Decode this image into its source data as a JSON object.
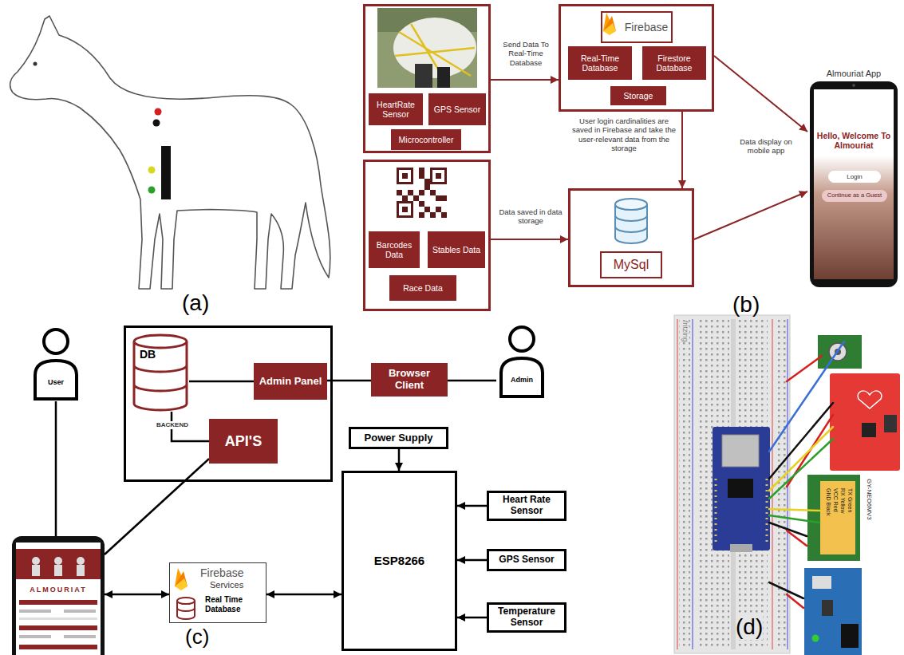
{
  "diagram": {
    "nodes": [
      {
        "text": []
      },
      {
        "text": [
          "HeartRate Sensor"
        ],
        "in": 0
      },
      {
        "text": [
          "GPS Sensor"
        ],
        "in": 0
      },
      {
        "text": [
          "Microcontroller"
        ],
        "in": 0
      },
      {
        "text": [
          "Firebase"
        ]
      },
      {
        "text": [
          "Real-Time Database"
        ],
        "in": 4
      },
      {
        "text": [
          "Firestore Database"
        ],
        "in": 4
      },
      {
        "text": [
          "Storage"
        ],
        "in": 4
      },
      {
        "text": [
          "Almouriat App",
          "Hello, Welcome To Almouriat"
        ]
      },
      {
        "text": [
          "Login"
        ],
        "in": 8
      },
      {
        "text": [
          "Continue as a Guest"
        ],
        "in": 8
      },
      {
        "text": []
      },
      {
        "text": [
          "Barcodes Data"
        ],
        "in": 11
      },
      {
        "text": [
          "Stables Data"
        ],
        "in": 11
      },
      {
        "text": [
          "Race Data"
        ],
        "in": 11
      },
      {
        "text": [
          "MySql"
        ]
      },
      {
        "text": [
          "User"
        ]
      },
      {
        "text": []
      },
      {
        "text": [
          "DB"
        ],
        "in": 17
      },
      {
        "text": [
          "Admin Panel"
        ],
        "in": 17
      },
      {
        "text": [
          "API'S"
        ],
        "in": 17
      },
      {
        "text": [
          "Browser Client"
        ]
      },
      {
        "text": [
          "Admin"
        ]
      },
      {
        "text": [
          "Power Supply"
        ]
      },
      {
        "text": [
          "ALMOURIAT"
        ]
      },
      {
        "text": [
          "Firebase",
          "Services",
          "Real Time Database"
        ]
      },
      {
        "text": [
          "ESP8266"
        ]
      },
      {
        "text": [
          "Heart Rate Sensor"
        ]
      },
      {
        "text": [
          "GPS Sensor"
        ]
      },
      {
        "text": [
          "Temperature Sensor"
        ]
      }
    ],
    "edges": [
      {
        "from": 0,
        "to": 4,
        "arrow": "to",
        "label": "Send Data To Real-Time Database"
      },
      {
        "from": 4,
        "to": 15,
        "arrow": "to",
        "label": "User login cardinalities are saved in Firebase and take the user-relevant data from the storage"
      },
      {
        "from": 11,
        "to": 15,
        "arrow": "to",
        "label": "Data saved in data storage"
      },
      {
        "from": 4,
        "to": 8,
        "arrow": "to",
        "label": "Data display on mobile app"
      },
      {
        "from": 15,
        "to": 8,
        "arrow": "to"
      },
      {
        "from": 16,
        "to": 24,
        "arrow": "none"
      },
      {
        "from": 18,
        "to": 19,
        "arrow": "none"
      },
      {
        "from": 19,
        "to": 21,
        "arrow": "none"
      },
      {
        "from": 21,
        "to": 22,
        "arrow": "none"
      },
      {
        "from": 18,
        "to": 20,
        "arrow": "none",
        "label": "BACKEND"
      },
      {
        "from": 20,
        "to": 24,
        "arrow": "none"
      },
      {
        "from": 24,
        "to": 25,
        "arrow": "both"
      },
      {
        "from": 25,
        "to": 26,
        "arrow": "both"
      },
      {
        "from": 23,
        "to": 26,
        "arrow": "to"
      },
      {
        "from": 27,
        "to": 26,
        "arrow": "to"
      },
      {
        "from": 28,
        "to": 26,
        "arrow": "to"
      },
      {
        "from": 29,
        "to": 26,
        "arrow": "to"
      }
    ],
    "labels": [
      "(a)",
      "(b)",
      "(c)",
      "(d)",
      "fritzing",
      "GY-NEO6MV3",
      "GND Black",
      "VCC Red",
      "RX Yellow",
      "TX Green"
    ]
  }
}
